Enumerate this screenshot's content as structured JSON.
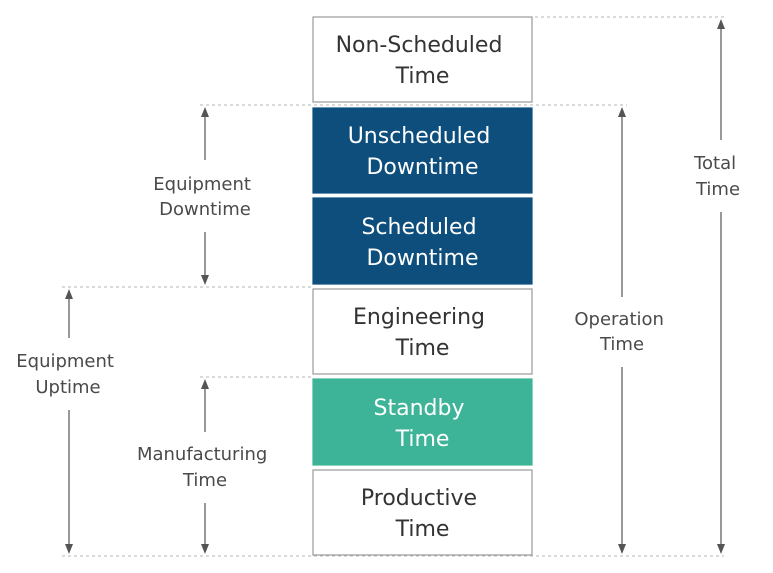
{
  "colors": {
    "dark_blue": "#0d4e7d",
    "teal": "#3db497",
    "box_border": "#9a9a9a",
    "dark_text": "#333333",
    "light_text": "#ffffff",
    "arrow": "#555555",
    "guide": "#b5b5b5"
  },
  "blocks": [
    {
      "key": "non_scheduled",
      "lines": [
        "Non-Scheduled",
        "Time"
      ],
      "fill": "#ffffff",
      "text_color": "#333333"
    },
    {
      "key": "unscheduled_downtime",
      "lines": [
        "Unscheduled",
        "Downtime"
      ],
      "fill": "#0d4e7d",
      "text_color": "#ffffff"
    },
    {
      "key": "scheduled_downtime",
      "lines": [
        "Scheduled",
        "Downtime"
      ],
      "fill": "#0d4e7d",
      "text_color": "#ffffff"
    },
    {
      "key": "engineering",
      "lines": [
        "Engineering",
        "Time"
      ],
      "fill": "#ffffff",
      "text_color": "#333333"
    },
    {
      "key": "standby",
      "lines": [
        "Standby",
        "Time"
      ],
      "fill": "#3db497",
      "text_color": "#ffffff"
    },
    {
      "key": "productive",
      "lines": [
        "Productive",
        "Time"
      ],
      "fill": "#ffffff",
      "text_color": "#333333"
    }
  ],
  "labels": {
    "equipment_downtime": [
      "Equipment",
      "Downtime"
    ],
    "equipment_uptime": [
      "Equipment",
      "Uptime"
    ],
    "manufacturing_time": [
      "Manufacturing",
      "Time"
    ],
    "operation_time": [
      "Operation",
      "Time"
    ],
    "total_time": [
      "Total",
      "Time"
    ]
  }
}
